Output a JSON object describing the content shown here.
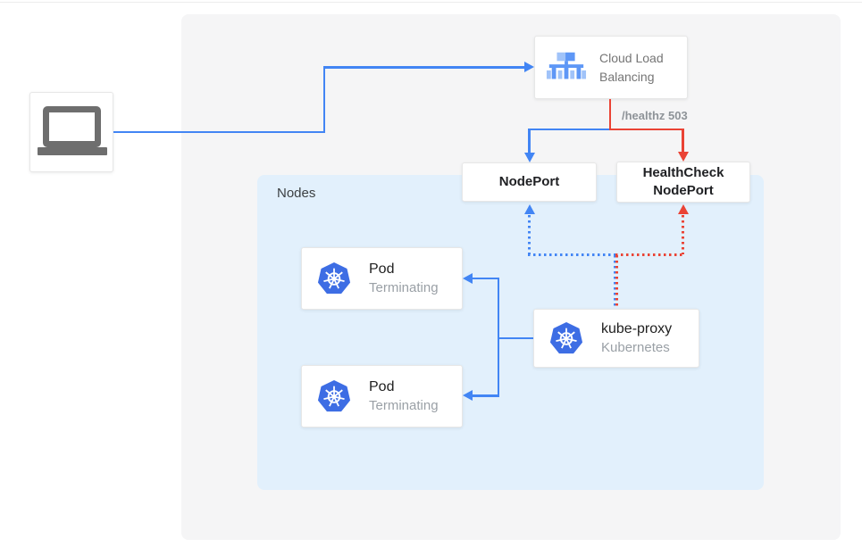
{
  "colors": {
    "blue": "#4285F4",
    "red": "#EA4335",
    "panel_bg": "#F5F5F6",
    "nodes_bg": "#E2F0FC",
    "k8s_blue": "#3D6DE4",
    "text_dark": "#202124",
    "text_gray": "#9AA0A6",
    "label_gray": "#757575",
    "laptop_gray": "#6E6E6E",
    "lb_light": "#A0C3F9",
    "lb_mid": "#5E97F6"
  },
  "client": {
    "icon": "laptop-icon"
  },
  "cloud_load_balancing": {
    "label": "Cloud Load Balancing",
    "icon": "cloud-load-balancing-icon"
  },
  "edge_label": "/healthz 503",
  "nodes_group": {
    "label": "Nodes"
  },
  "nodeport": {
    "label": "NodePort"
  },
  "healthcheck_nodeport": {
    "label": "HealthCheck NodePort"
  },
  "pods": [
    {
      "title": "Pod",
      "subtitle": "Terminating",
      "icon": "kubernetes-icon"
    },
    {
      "title": "Pod",
      "subtitle": "Terminating",
      "icon": "kubernetes-icon"
    }
  ],
  "kube_proxy": {
    "title": "kube-proxy",
    "subtitle": "Kubernetes",
    "icon": "kubernetes-icon"
  }
}
